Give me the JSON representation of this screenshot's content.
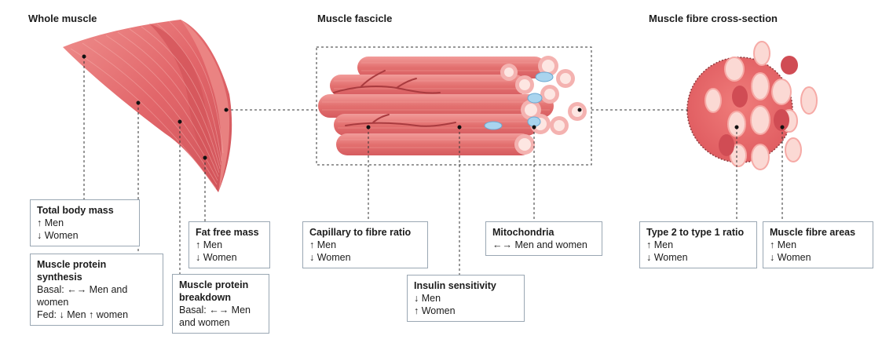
{
  "sections": {
    "whole_muscle": "Whole muscle",
    "fascicle": "Muscle fascicle",
    "cross_section": "Muscle fibre cross-section"
  },
  "boxes": {
    "total_body_mass": {
      "title": "Total body mass",
      "line1": "↑ Men",
      "line2": "↓ Women"
    },
    "protein_synthesis": {
      "title1": "Muscle protein",
      "title2": "synthesis",
      "line1": "Basal: ←→ Men and",
      "line2": "women",
      "line3": "Fed: ↓ Men ↑ women"
    },
    "protein_breakdown": {
      "title1": "Muscle protein",
      "title2": "breakdown",
      "line1": "Basal: ←→ Men",
      "line2": "and women"
    },
    "fat_free_mass": {
      "title": "Fat free mass",
      "line1": "↑ Men",
      "line2": "↓ Women"
    },
    "capillary_ratio": {
      "title": "Capillary to fibre ratio",
      "line1": "↑ Men",
      "line2": "↓ Women"
    },
    "insulin_sensitivity": {
      "title": "Insulin sensitivity",
      "line1": "↓ Men",
      "line2": "↑ Women"
    },
    "mitochondria": {
      "title": "Mitochondria",
      "line1": "←→ Men and women"
    },
    "type_ratio": {
      "title": "Type 2 to type 1 ratio",
      "line1": "↑ Men",
      "line2": "↓ Women"
    },
    "fibre_areas": {
      "title": "Muscle fibre areas",
      "line1": "↑ Men",
      "line2": "↓ Women"
    }
  },
  "colors": {
    "muscle": "#e2666a",
    "muscle_dark": "#c94a4f",
    "muscle_light": "#f3a6a4",
    "fibre_pale": "#fbd9d4",
    "mito": "#a9d4ee",
    "box_border": "#9aa7b3"
  }
}
